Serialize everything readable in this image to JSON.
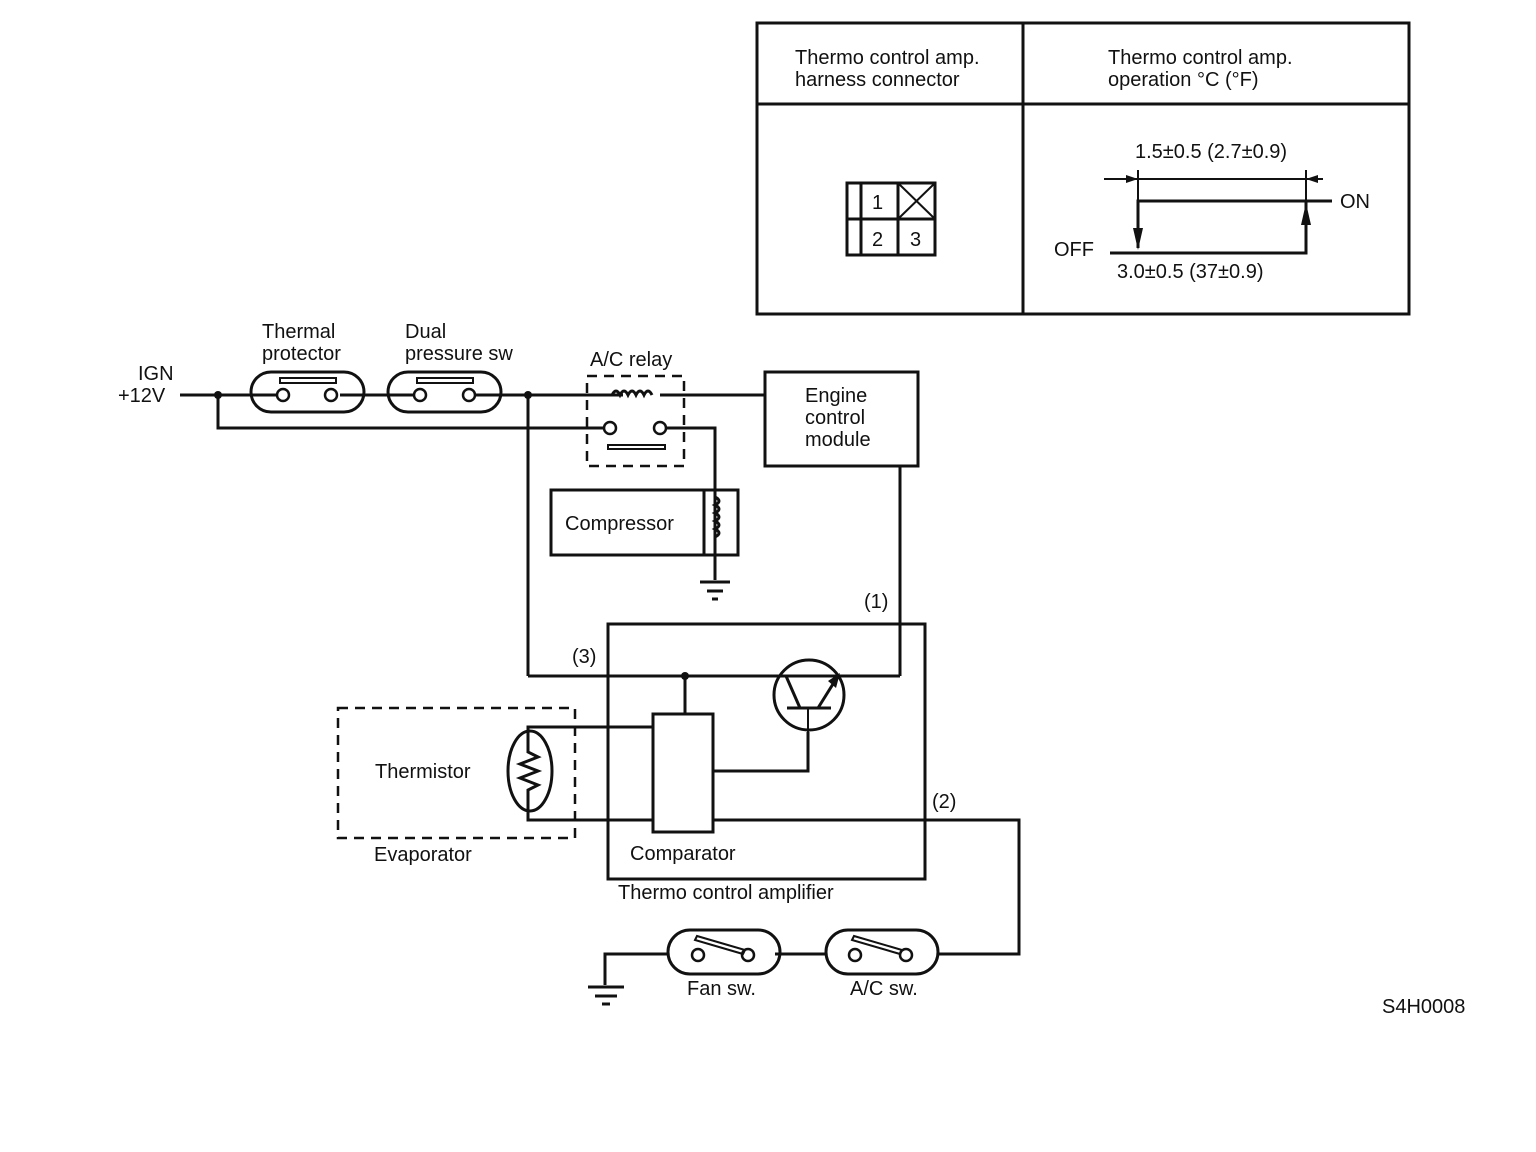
{
  "table": {
    "col1_header": [
      "Thermo control amp.",
      "harness connector"
    ],
    "col2_header": [
      "Thermo control amp.",
      "operation °C (°F)"
    ],
    "connector_pins": [
      "1",
      "2",
      "3"
    ],
    "hysteresis_label": "1.5±0.5 (2.7±0.9)",
    "on_label": "ON",
    "off_label": "OFF",
    "threshold_label": "3.0±0.5 (37±0.9)"
  },
  "circuit": {
    "source_label": [
      "IGN",
      "+12V"
    ],
    "thermal_protector": [
      "Thermal",
      "protector"
    ],
    "dual_pressure_sw": [
      "Dual",
      "pressure sw"
    ],
    "ac_relay": "A/C relay",
    "ecm": [
      "Engine",
      "control",
      "module"
    ],
    "compressor": "Compressor",
    "pin1": "(1)",
    "pin2": "(2)",
    "pin3": "(3)",
    "thermistor": "Thermistor",
    "evaporator": "Evaporator",
    "comparator": "Comparator",
    "amplifier": "Thermo control amplifier",
    "fan_sw": "Fan sw.",
    "ac_sw": "A/C sw."
  },
  "figure_id": "S4H0008"
}
